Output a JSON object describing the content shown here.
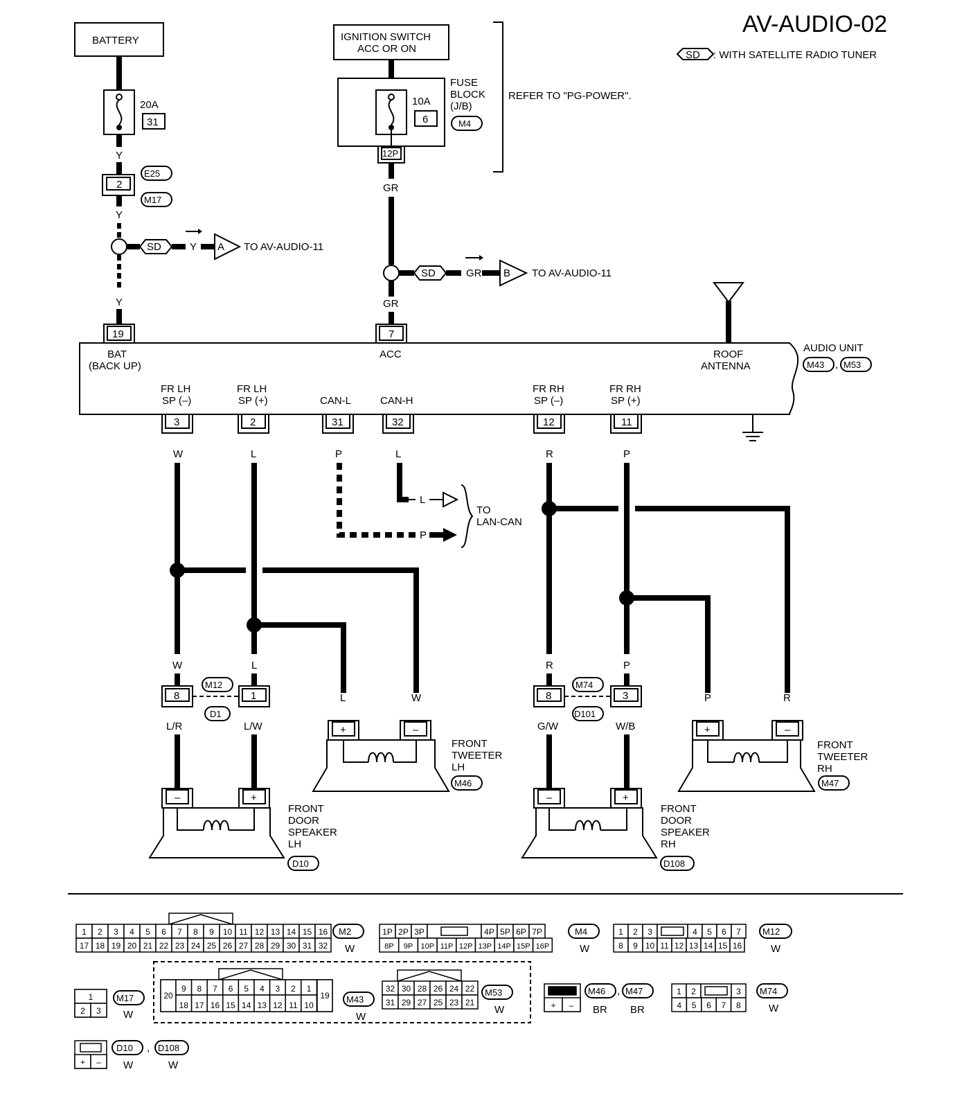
{
  "title": "AV-AUDIO-02",
  "legend": {
    "tag": "SD",
    "text": ": WITH SATELLITE RADIO TUNER"
  },
  "battery": {
    "label": "BATTERY",
    "fuse_amp": "20A",
    "fuse_no": "31"
  },
  "ignition": {
    "label_line1": "IGNITION SWITCH",
    "label_line2": "ACC OR ON",
    "fuse_amp": "10A",
    "fuse_no": "6",
    "fuse_block_line1": "FUSE",
    "fuse_block_line2": "BLOCK",
    "fuse_block_line3": "(J/B)",
    "fuse_block_conn": "M4",
    "connector": "12P",
    "refer": "REFER TO \"PG-POWER\"."
  },
  "wires": {
    "y": "Y",
    "gr": "GR",
    "w": "W",
    "l": "L",
    "p": "P",
    "r": "R",
    "lr": "L/R",
    "lw": "L/W",
    "gw": "G/W",
    "wb": "W/B"
  },
  "joint": {
    "pin": "2",
    "conn_top": "E25",
    "conn_bottom": "M17"
  },
  "sat_a": {
    "tag": "SD",
    "letter": "A",
    "text": "TO AV-AUDIO-11"
  },
  "sat_b": {
    "tag": "SD",
    "letter": "B",
    "text": "TO AV-AUDIO-11"
  },
  "audio_unit": {
    "name": "AUDIO UNIT",
    "conn1": "M43",
    "sep": ",",
    "conn2": "M53",
    "pin_bat": "19",
    "bat_line1": "BAT",
    "bat_line2": "(BACK UP)",
    "pin_acc": "7",
    "acc": "ACC",
    "antenna_line1": "ROOF",
    "antenna_line2": "ANTENNA",
    "outputs": [
      {
        "pin": "3",
        "l1": "FR LH",
        "l2": "SP (–)"
      },
      {
        "pin": "2",
        "l1": "FR LH",
        "l2": "SP (+)"
      },
      {
        "pin": "31",
        "l1": "CAN-L",
        "l2": ""
      },
      {
        "pin": "32",
        "l1": "CAN-H",
        "l2": ""
      },
      {
        "pin": "12",
        "l1": "FR RH",
        "l2": "SP (–)"
      },
      {
        "pin": "11",
        "l1": "FR RH",
        "l2": "SP (+)"
      }
    ]
  },
  "lan": {
    "line1": "TO",
    "line2": "LAN-CAN"
  },
  "lh_joint": {
    "pin_a": "8",
    "pin_b": "1",
    "conn_top": "M12",
    "conn_bottom": "D1"
  },
  "rh_joint": {
    "pin_a": "8",
    "pin_b": "3",
    "conn_top": "M74",
    "conn_bottom": "D101"
  },
  "tweeter_lh": {
    "line1": "FRONT",
    "line2": "TWEETER",
    "line3": "LH",
    "conn": "M46"
  },
  "tweeter_rh": {
    "line1": "FRONT",
    "line2": "TWEETER",
    "line3": "RH",
    "conn": "M47"
  },
  "speaker_lh": {
    "line1": "FRONT",
    "line2": "DOOR",
    "line3": "SPEAKER",
    "line4": "LH",
    "conn": "D10"
  },
  "speaker_rh": {
    "line1": "FRONT",
    "line2": "DOOR",
    "line3": "SPEAKER",
    "line4": "RH",
    "conn": "D108"
  },
  "polarity": {
    "plus": "+",
    "minus": "–"
  },
  "face_views": {
    "m2": {
      "id": "M2",
      "color": "W",
      "top": [
        "1",
        "2",
        "3",
        "4",
        "5",
        "6",
        "7",
        "8",
        "9",
        "10",
        "11",
        "12",
        "13",
        "14",
        "15",
        "16"
      ],
      "bottom": [
        "17",
        "18",
        "19",
        "20",
        "21",
        "22",
        "23",
        "24",
        "25",
        "26",
        "27",
        "28",
        "29",
        "30",
        "31",
        "32"
      ]
    },
    "m4": {
      "id": "M4",
      "color": "W",
      "top_left": [
        "1P",
        "2P",
        "3P"
      ],
      "top_right": [
        "4P",
        "5P",
        "6P",
        "7P"
      ],
      "bottom": [
        "8P",
        "9P",
        "10P",
        "11P",
        "12P",
        "13P",
        "14P",
        "15P",
        "16P"
      ]
    },
    "m12": {
      "id": "M12",
      "color": "W",
      "top_left": [
        "1",
        "2",
        "3"
      ],
      "top_right": [
        "4",
        "5",
        "6",
        "7"
      ],
      "bottom": [
        "8",
        "9",
        "10",
        "11",
        "12",
        "13",
        "14",
        "15",
        "16"
      ]
    },
    "m17": {
      "id": "M17",
      "color": "W",
      "top": [
        "1"
      ],
      "bottom": [
        "2",
        "3"
      ]
    },
    "m43": {
      "id": "M43",
      "color": "W",
      "left": "20",
      "right": "19",
      "top": [
        "9",
        "8",
        "7",
        "6",
        "5",
        "4",
        "3",
        "2",
        "1"
      ],
      "bottom": [
        "18",
        "17",
        "16",
        "15",
        "14",
        "13",
        "12",
        "11",
        "10"
      ]
    },
    "m53": {
      "id": "M53",
      "color": "W",
      "top": [
        "32",
        "30",
        "28",
        "26",
        "24",
        "22"
      ],
      "bottom": [
        "31",
        "29",
        "27",
        "25",
        "23",
        "21"
      ]
    },
    "m46": {
      "id": "M46",
      "sep": ",",
      "id2": "M47",
      "color": "BR",
      "color2": "BR"
    },
    "m74": {
      "id": "M74",
      "color": "W",
      "top_left": [
        "1",
        "2"
      ],
      "top_right": [
        "3"
      ],
      "bottom": [
        "4",
        "5",
        "6",
        "7",
        "8"
      ]
    },
    "d10": {
      "id": "D10",
      "sep": ",",
      "id2": "D108",
      "color": "W",
      "color2": "W"
    }
  }
}
